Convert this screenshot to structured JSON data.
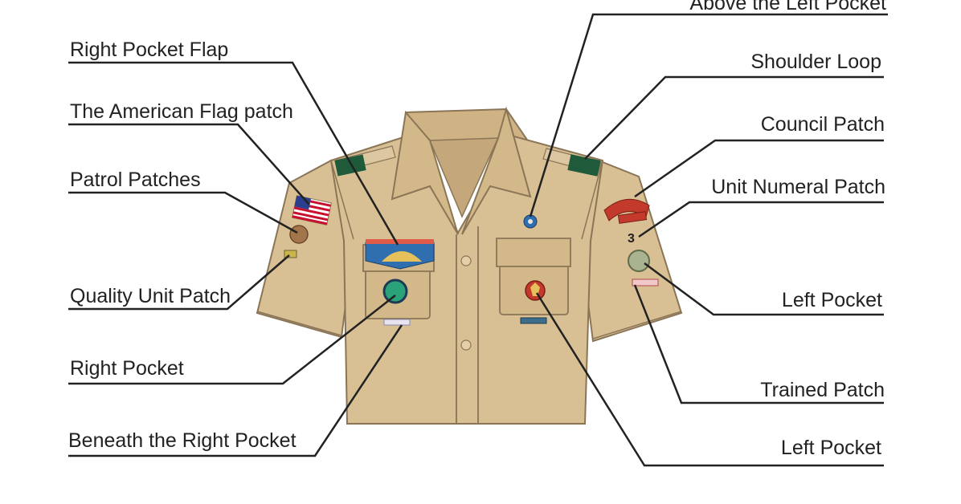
{
  "colors": {
    "shirt": "#d9bf94",
    "shirt_shadow": "#c4a77a",
    "shirt_outline": "#8a7556",
    "loop_green": "#1f5a3a",
    "leader": "#222222",
    "text": "#222222",
    "flag_red": "#c8102e",
    "flag_blue": "#2b3f8f",
    "badge_red": "#c33a2c",
    "badge_blue": "#2f6fb0"
  },
  "labels": {
    "above_left_pocket": "Above the Left Pocket",
    "right_pocket_flap": "Right Pocket Flap",
    "shoulder_loop": "Shoulder Loop",
    "american_flag_patch": "The American Flag patch",
    "council_patch": "Council Patch",
    "patrol_patches": "Patrol Patches",
    "unit_numeral_patch": "Unit Numeral Patch",
    "quality_unit_patch": "Quality Unit Patch",
    "left_pocket_sleeve": "Left Pocket",
    "right_pocket": "Right Pocket",
    "trained_patch": "Trained Patch",
    "beneath_right_pocket": "Beneath the Right Pocket",
    "left_pocket": "Left Pocket"
  },
  "patch_text": {
    "unit_numeral": "3"
  }
}
